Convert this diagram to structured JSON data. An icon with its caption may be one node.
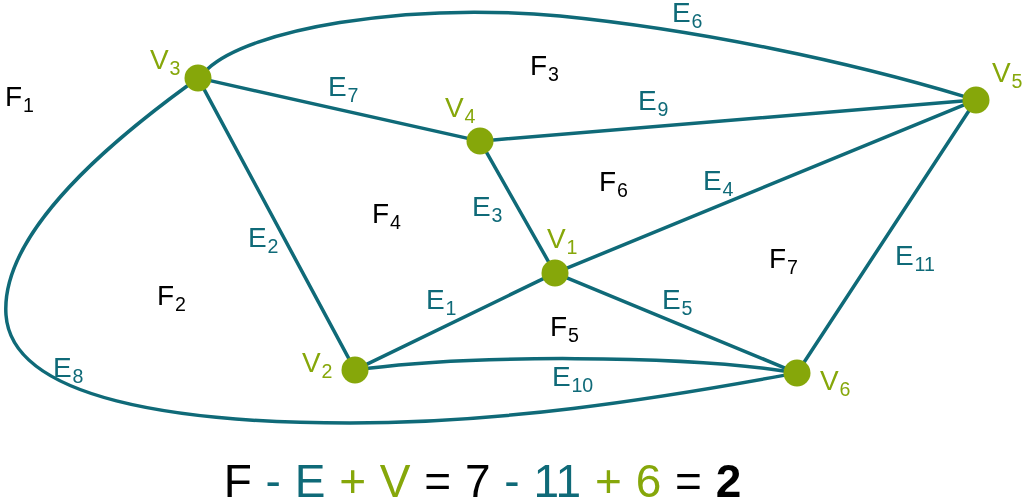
{
  "diagram": {
    "caption": "F - E + V = 7 - 11 + 6 = **2**",
    "nodes": [
      {
        "text": [],
        "shape": "circle",
        "beside": [
          "V$_{1}$"
        ]
      },
      {
        "text": [],
        "shape": "circle",
        "beside": [
          "V$_{2}$"
        ]
      },
      {
        "text": [],
        "shape": "circle",
        "beside": [
          "V$_{3}$"
        ]
      },
      {
        "text": [],
        "shape": "circle",
        "beside": [
          "V$_{4}$"
        ]
      },
      {
        "text": [],
        "shape": "circle",
        "beside": [
          "V$_{5}$"
        ]
      },
      {
        "text": [],
        "shape": "circle",
        "beside": [
          "V$_{6}$"
        ]
      }
    ],
    "edges": [
      {
        "from": 1,
        "to": 0,
        "arrow": "none",
        "label": "E$_{1}$"
      },
      {
        "from": 2,
        "to": 1,
        "arrow": "none",
        "label": "E$_{2}$"
      },
      {
        "from": 3,
        "to": 0,
        "arrow": "none",
        "label": "E$_{3}$"
      },
      {
        "from": 0,
        "to": 4,
        "arrow": "none",
        "label": "E$_{4}$"
      },
      {
        "from": 0,
        "to": 5,
        "arrow": "none",
        "label": "E$_{5}$"
      },
      {
        "from": 2,
        "to": 4,
        "arrow": "none",
        "label": "E$_{6}$"
      },
      {
        "from": 2,
        "to": 3,
        "arrow": "none",
        "label": "E$_{7}$"
      },
      {
        "from": 2,
        "to": 5,
        "arrow": "none",
        "label": "E$_{8}$"
      },
      {
        "from": 3,
        "to": 4,
        "arrow": "none",
        "label": "E$_{9}$"
      },
      {
        "from": 1,
        "to": 5,
        "arrow": "none",
        "label": "E$_{10}$"
      },
      {
        "from": 4,
        "to": 5,
        "arrow": "none",
        "label": "E$_{11}$"
      }
    ],
    "labels": [
      "F$_{1}$",
      "F$_{2}$",
      "F$_{3}$",
      "F$_{4}$",
      "F$_{5}$",
      "F$_{6}$",
      "F$_{7}$"
    ]
  }
}
